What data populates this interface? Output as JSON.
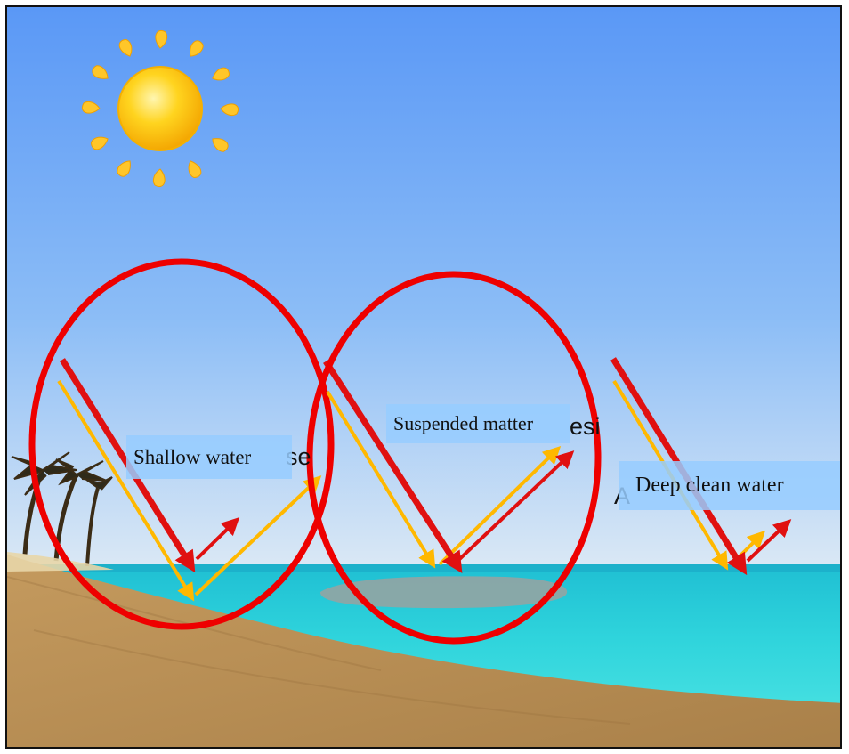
{
  "labels": {
    "shallow": "Shallow water",
    "suspended": "Suspended matter",
    "deep": "Deep clean  water"
  },
  "ghost_text": {
    "shallow": "se",
    "suspended": "esi",
    "deep": "A"
  },
  "colors": {
    "sky_top": "#5e9cf6",
    "sky_bottom": "#d9e8f6",
    "sea": "#2ed6de",
    "sand": "#b98e55",
    "circle": "#ee0000",
    "reflected_red": "#e01010",
    "sunlight_yellow": "#ffb800",
    "sun": "#ffd21a"
  },
  "icons": {
    "sun": "sun-icon",
    "palm": "palm-tree-icon"
  }
}
